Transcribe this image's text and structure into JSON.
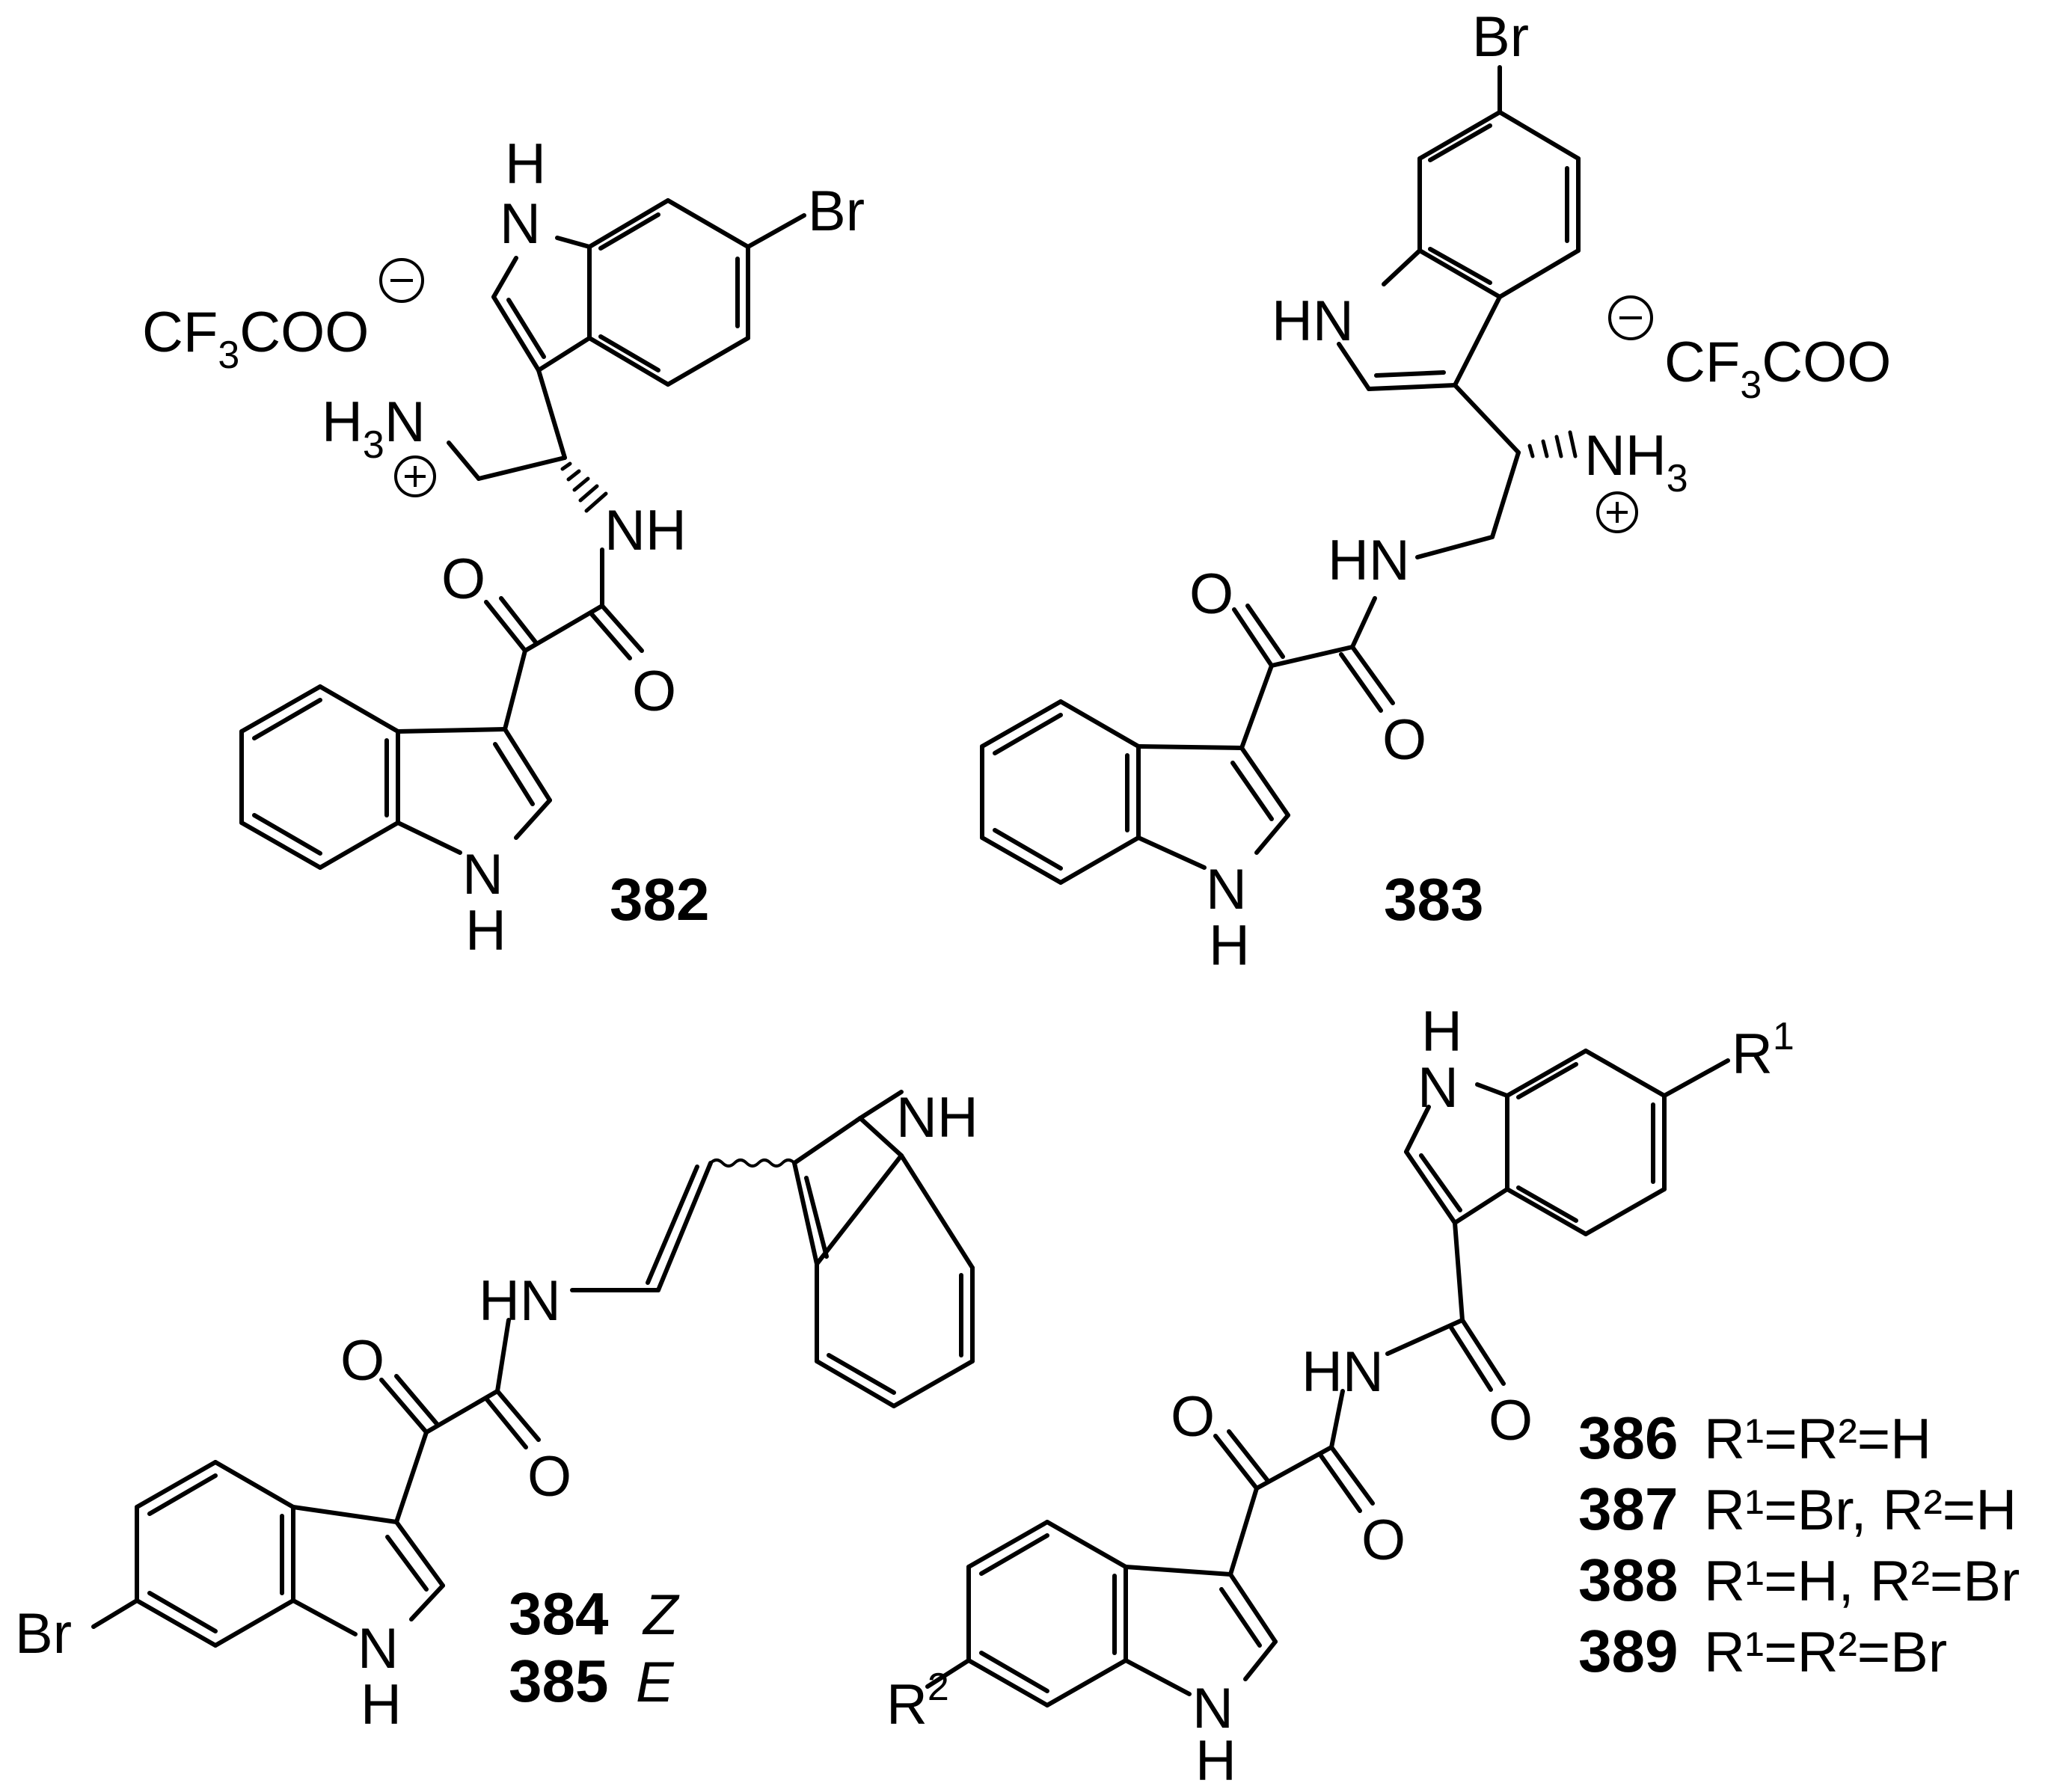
{
  "figure": {
    "background": "#ffffff",
    "ink": "#000000"
  },
  "atoms": {
    "nh": "NH",
    "hn": "HN",
    "n": "N",
    "h": "H",
    "o": "O",
    "br": "Br",
    "r": "R",
    "sup1": "1",
    "sup2": "2",
    "h3": "H",
    "three": "3",
    "plus": "+",
    "minus": "−"
  },
  "counterion": {
    "cf": "CF",
    "sub3": "3",
    "coo": "COO"
  },
  "ammonium_left": {
    "h": "H",
    "sub3": "3",
    "n": "N"
  },
  "ammonium_right": {
    "nh": "NH",
    "sub3": "3"
  },
  "compounds": {
    "c382": "382",
    "c383": "383",
    "c384": "384",
    "c384_iso": "Z",
    "c385": "385",
    "c385_iso": "E",
    "c386": "386",
    "c386_def": "R¹=R²=H",
    "c387": "387",
    "c387_def": "R¹=Br, R²=H",
    "c388": "388",
    "c388_def": "R¹=H, R²=Br",
    "c389": "389",
    "c389_def": "R¹=R²=Br"
  }
}
